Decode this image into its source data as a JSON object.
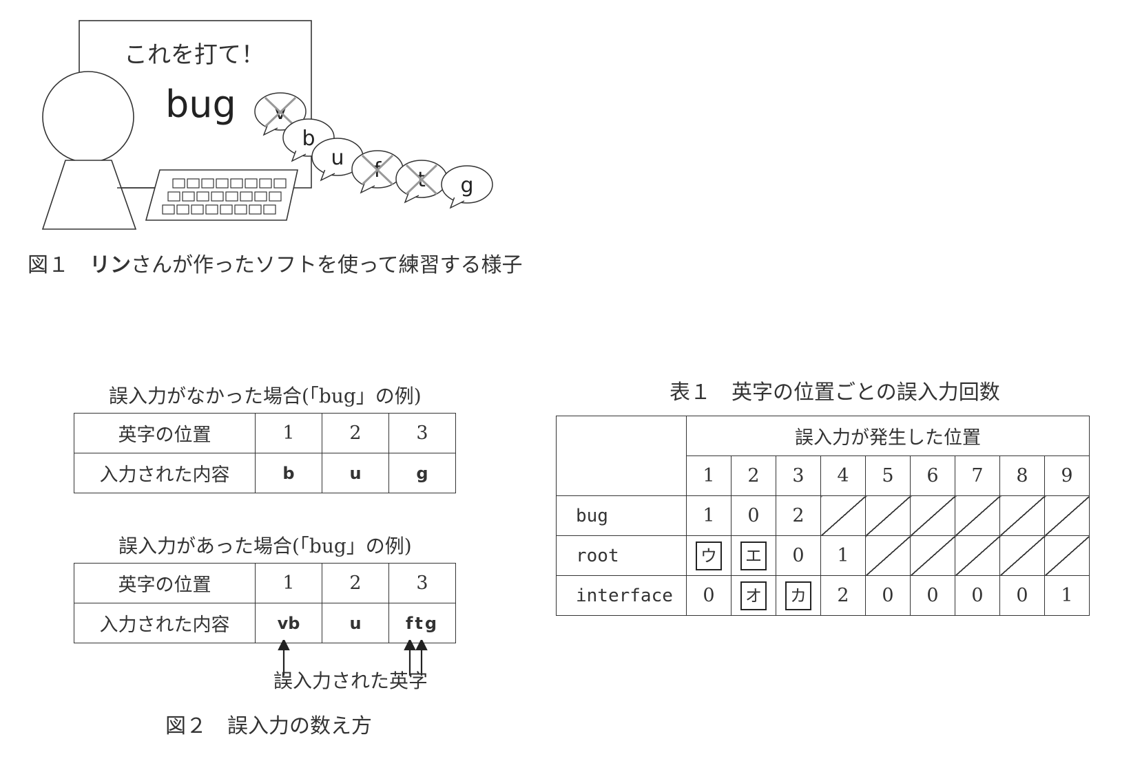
{
  "figure1": {
    "screen_line1": "これを打て！",
    "screen_word": "bug",
    "bubbles": [
      {
        "char": "v",
        "error": true
      },
      {
        "char": "b",
        "error": false
      },
      {
        "char": "u",
        "error": false
      },
      {
        "char": "f",
        "error": true
      },
      {
        "char": "t",
        "error": true
      },
      {
        "char": "g",
        "error": false
      }
    ],
    "caption_num": "図１",
    "caption_bold": "リン",
    "caption_rest": "さんが作ったソフトを使って練習する様子"
  },
  "figure2": {
    "table_a_title": "誤入力がなかった場合(「bug」の例)",
    "table_a": {
      "row_header_1": "英字の位置",
      "row_header_2": "入力された内容",
      "positions": [
        "1",
        "2",
        "3"
      ],
      "inputs": [
        "b",
        "u",
        "g"
      ]
    },
    "table_b_title": "誤入力があった場合(「bug」の例)",
    "table_b": {
      "row_header_1": "英字の位置",
      "row_header_2": "入力された内容",
      "positions": [
        "1",
        "2",
        "3"
      ],
      "inputs": [
        "vb",
        "u",
        "ftg"
      ]
    },
    "arrow_label": "誤入力された英字",
    "caption_num": "図２",
    "caption_text": "誤入力の数え方"
  },
  "table1": {
    "caption_num": "表１",
    "caption_text": "英字の位置ごとの誤入力回数",
    "header": "誤入力が発生した位置",
    "positions": [
      "1",
      "2",
      "3",
      "4",
      "5",
      "6",
      "7",
      "8",
      "9"
    ],
    "rows": [
      {
        "word": "bug",
        "cells": [
          "1",
          "0",
          "2",
          "",
          "",
          "",
          "",
          "",
          ""
        ]
      },
      {
        "word": "root",
        "cells": [
          "ウ",
          "エ",
          "0",
          "1",
          "",
          "",
          "",
          "",
          ""
        ]
      },
      {
        "word": "interface",
        "cells": [
          "0",
          "オ",
          "カ",
          "2",
          "0",
          "0",
          "0",
          "0",
          "1"
        ]
      }
    ]
  }
}
